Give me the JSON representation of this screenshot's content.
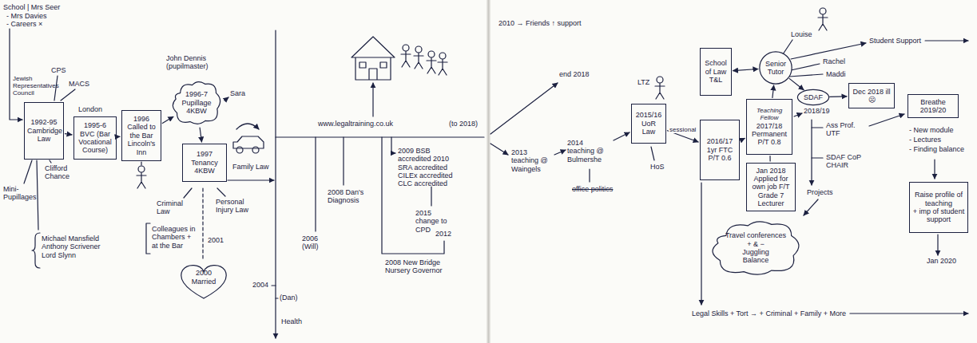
{
  "diagram": {
    "nodes": [
      {
        "text": [
          "1992-95",
          "Cambridge Law"
        ]
      },
      {
        "text": [
          "1995-6",
          "BVC (Bar Vocational Course)"
        ]
      },
      {
        "text": [
          "1996 Called to the Bar Lincoln's Inn"
        ]
      },
      {
        "text": [
          "1996-7",
          "Pupillage 4KBW"
        ]
      },
      {
        "text": [
          "1997",
          "Tenancy 4KBW"
        ]
      },
      {
        "text": [
          "2000 Married"
        ]
      },
      {
        "text": [
          "2015/16",
          "UoR Law"
        ]
      },
      {
        "text": [
          "2016/17",
          "1yr FTC P/T 0.6"
        ]
      },
      {
        "text": [
          "Teaching Fellow",
          "2017/18",
          "Permanent P/T 0.8"
        ]
      },
      {
        "text": [
          "Jan 2018 Applied for own job F/T Grade 7 Lecturer"
        ]
      },
      {
        "text": [
          "School of Law T&L"
        ]
      },
      {
        "text": [
          "Senior Tutor"
        ]
      },
      {
        "text": [
          "SDAF"
        ]
      },
      {
        "text": [
          "Dec 2018 ill ☹"
        ]
      },
      {
        "text": [
          "Breathe 2019/20"
        ]
      },
      {
        "text": [
          "Raise profile of teaching",
          "+ imp of student support"
        ]
      },
      {
        "text": [
          "Travel conferences",
          "+ & −",
          "Juggling",
          "Balance"
        ]
      }
    ],
    "edges": [
      {
        "from": 0,
        "to": 1,
        "arrow": "to"
      },
      {
        "from": 1,
        "to": 2,
        "arrow": "to"
      },
      {
        "from": 2,
        "to": 3,
        "arrow": "to"
      },
      {
        "from": 3,
        "to": 4,
        "arrow": "to"
      },
      {
        "from": 6,
        "to": 7,
        "label": "sessional",
        "arrow": "to"
      },
      {
        "from": 7,
        "to": 8,
        "arrow": "to"
      },
      {
        "from": 8,
        "to": 9,
        "arrow": "none"
      },
      {
        "from": 8,
        "to": 11,
        "arrow": "to"
      },
      {
        "from": 10,
        "to": 11,
        "arrow": "both"
      },
      {
        "from": 11,
        "to": 12,
        "arrow": "to"
      },
      {
        "from": 12,
        "to": 13,
        "arrow": "to"
      }
    ],
    "labels": [
      "School | Mrs Seer",
      "- Mrs Davies",
      "- Careers ×",
      "Jewish Representatives Council",
      "CPS",
      "MACS",
      "London",
      "Mini-Pupillages",
      "Clifford Chance",
      "Michael Mansfield Anthony Scrivener Lord Slynn",
      "John Dennis (pupilmaster)",
      "Sara",
      "Family Law",
      "Criminal Law",
      "Personal Injury Law",
      "2001",
      "Colleagues in Chambers + at the Bar",
      "2004",
      "(Dan)",
      "2006 (Will)",
      "Health",
      "www.legaltraining.co.uk",
      "(to 2018)",
      "2009 BSB accredited 2010 SRA accredited CILEx accredited CLC accredited",
      "2008 Dan's Diagnosis",
      "2015 change to CPD",
      "2008 New Bridge Nursery Governor",
      "2012",
      "2010 → Friends ↑ support",
      "end 2018",
      "2013 teaching @ Waingels",
      "2014 teaching @ Bulmershe",
      "office politics",
      "LTZ",
      "HoS",
      "Louise",
      "Rachel",
      "Maddi",
      "Student Support",
      "2018/19",
      "Ass Prof. UTF",
      "SDAF CoP CHAIR",
      "Projects",
      "- New module",
      "- Lectures",
      "- Finding balance",
      "Legal Skills + Tort → + Criminal + Family + More",
      "Jan 2020"
    ]
  }
}
